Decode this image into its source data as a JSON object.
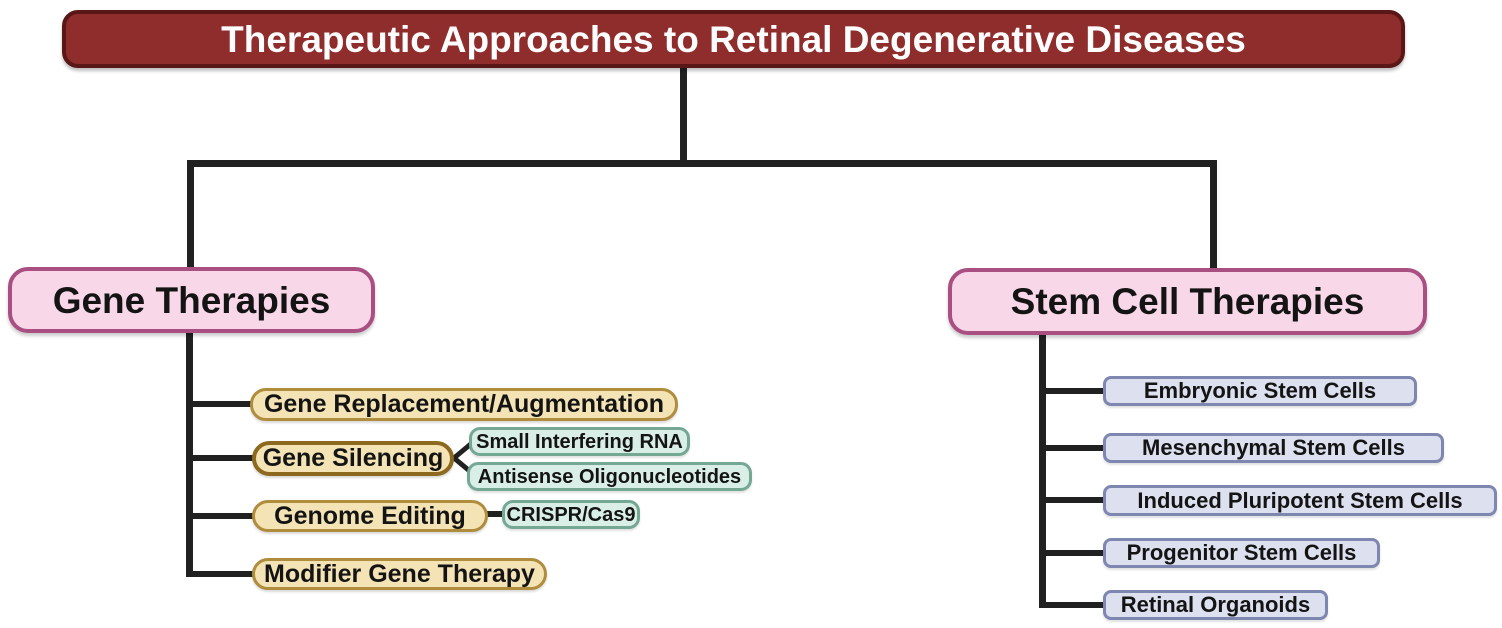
{
  "title": "Therapeutic Approaches to Retinal Degenerative Diseases",
  "branches": {
    "gene": {
      "label": "Gene Therapies",
      "children": [
        {
          "label": "Gene Replacement/Augmentation"
        },
        {
          "label": "Gene Silencing",
          "children": [
            "Small Interfering RNA",
            "Antisense Oligonucleotides"
          ]
        },
        {
          "label": "Genome Editing",
          "children": [
            "CRISPR/Cas9"
          ]
        },
        {
          "label": "Modifier Gene Therapy"
        }
      ]
    },
    "stem": {
      "label": "Stem Cell Therapies",
      "children": [
        {
          "label": "Embryonic Stem Cells"
        },
        {
          "label": "Mesenchymal Stem Cells"
        },
        {
          "label": "Induced Pluripotent Stem Cells"
        },
        {
          "label": "Progenitor Stem Cells"
        },
        {
          "label": "Retinal Organoids"
        }
      ]
    }
  },
  "palette": {
    "title_fill": "#8f2c2c",
    "title_border": "#5a1717",
    "title_text": "#fdfdfd",
    "pink_fill": "#f8d7e9",
    "pink_border": "#a94f81",
    "tan_fill": "#f3e3b5",
    "tan_border": "#b08c3d",
    "tan_border_dark": "#8c691e",
    "mint_fill": "#d9eee6",
    "mint_border": "#75a894",
    "lav_fill": "#dce0ef",
    "lav_border": "#7d87b0",
    "line": "#212121",
    "text": "#141414"
  }
}
